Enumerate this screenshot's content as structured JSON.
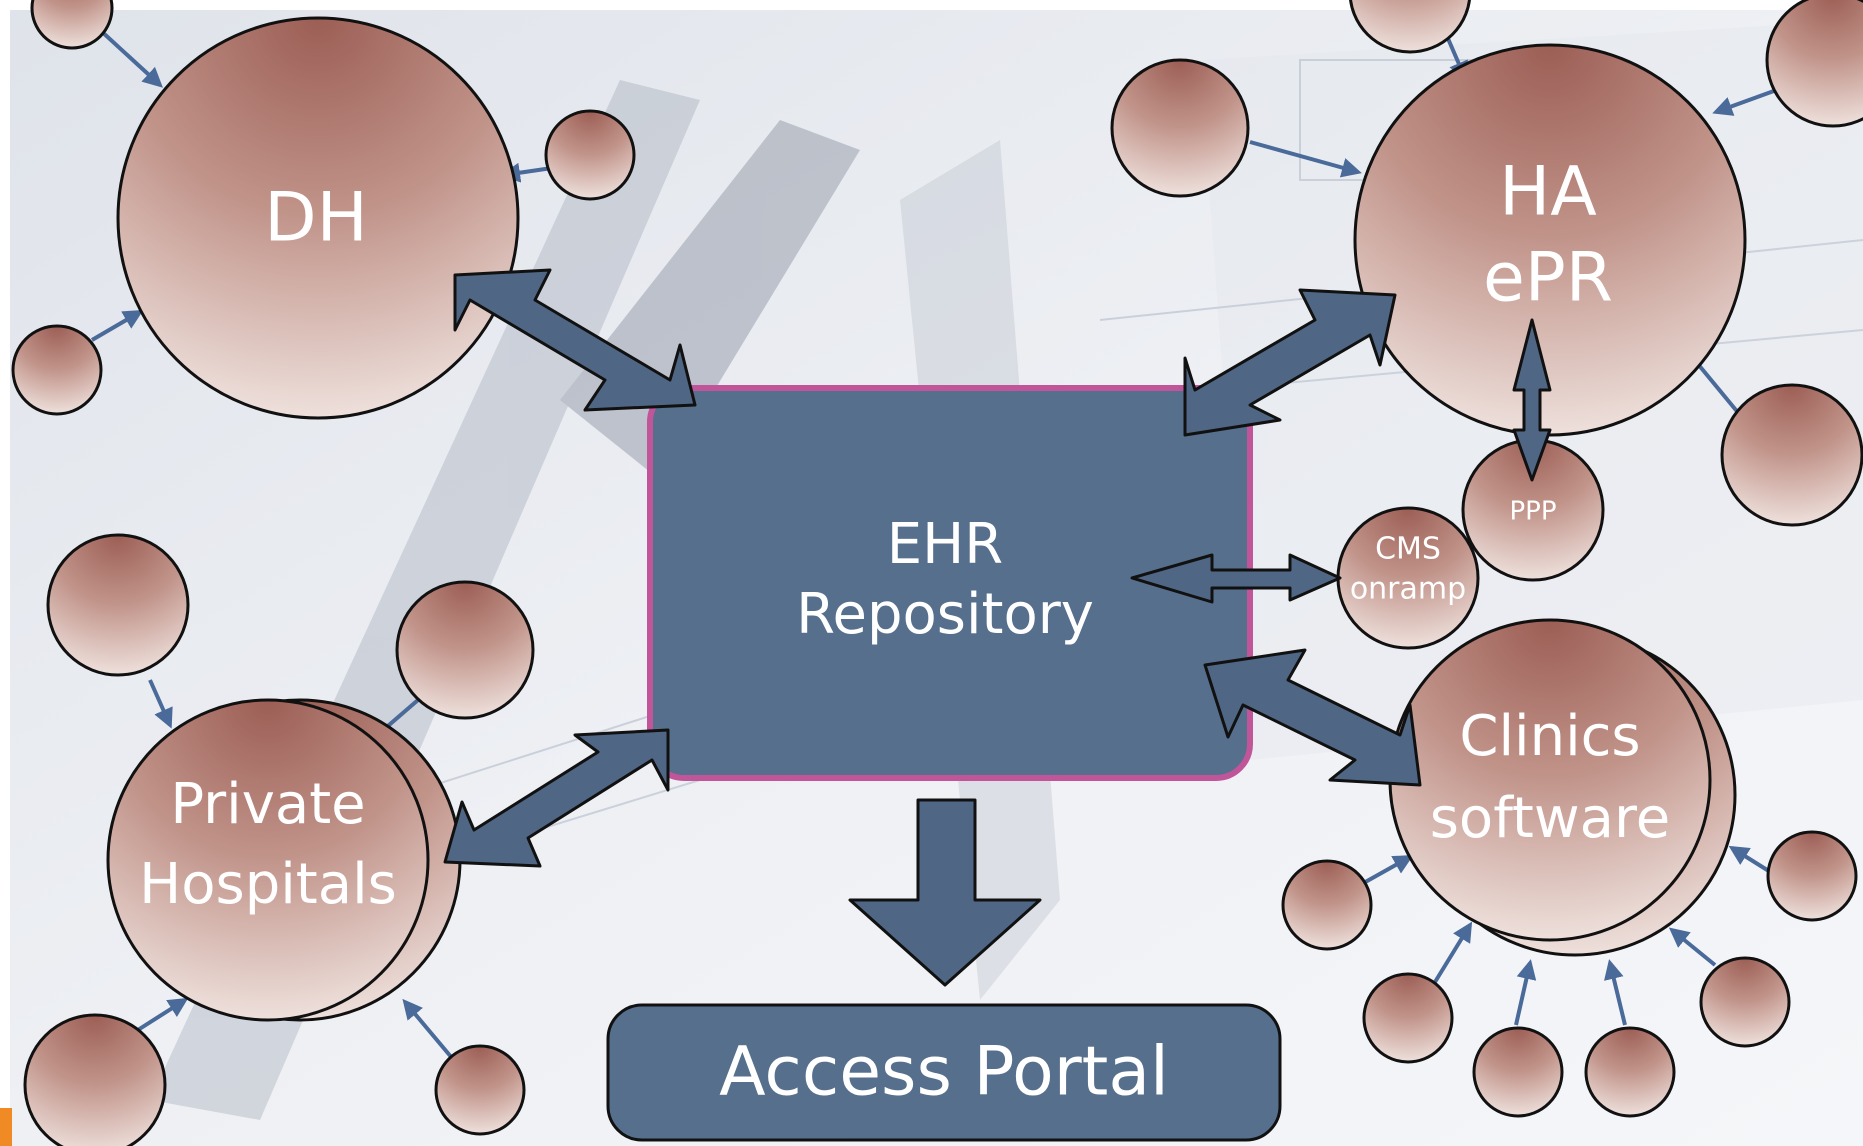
{
  "nodes": {
    "dh": "DH",
    "ha_line1": "HA",
    "ha_line2": "ePR",
    "private_line1": "Private",
    "private_line2": "Hospitals",
    "clinics_line1": "Clinics",
    "clinics_line2": "software",
    "ppp": "PPP",
    "cms_line1": "CMS",
    "cms_line2": "onramp",
    "ehr_line1": "EHR",
    "ehr_line2": "Repository",
    "portal": "Access Portal"
  },
  "colors": {
    "bubble_top": "#a86a60",
    "bubble_bottom": "#f6ece8",
    "box_fill": "#556f8c",
    "box_border": "#c0559a",
    "arrow_fill": "#4f6785",
    "small_arrow": "#4a6a9a",
    "outline": "#111111"
  }
}
